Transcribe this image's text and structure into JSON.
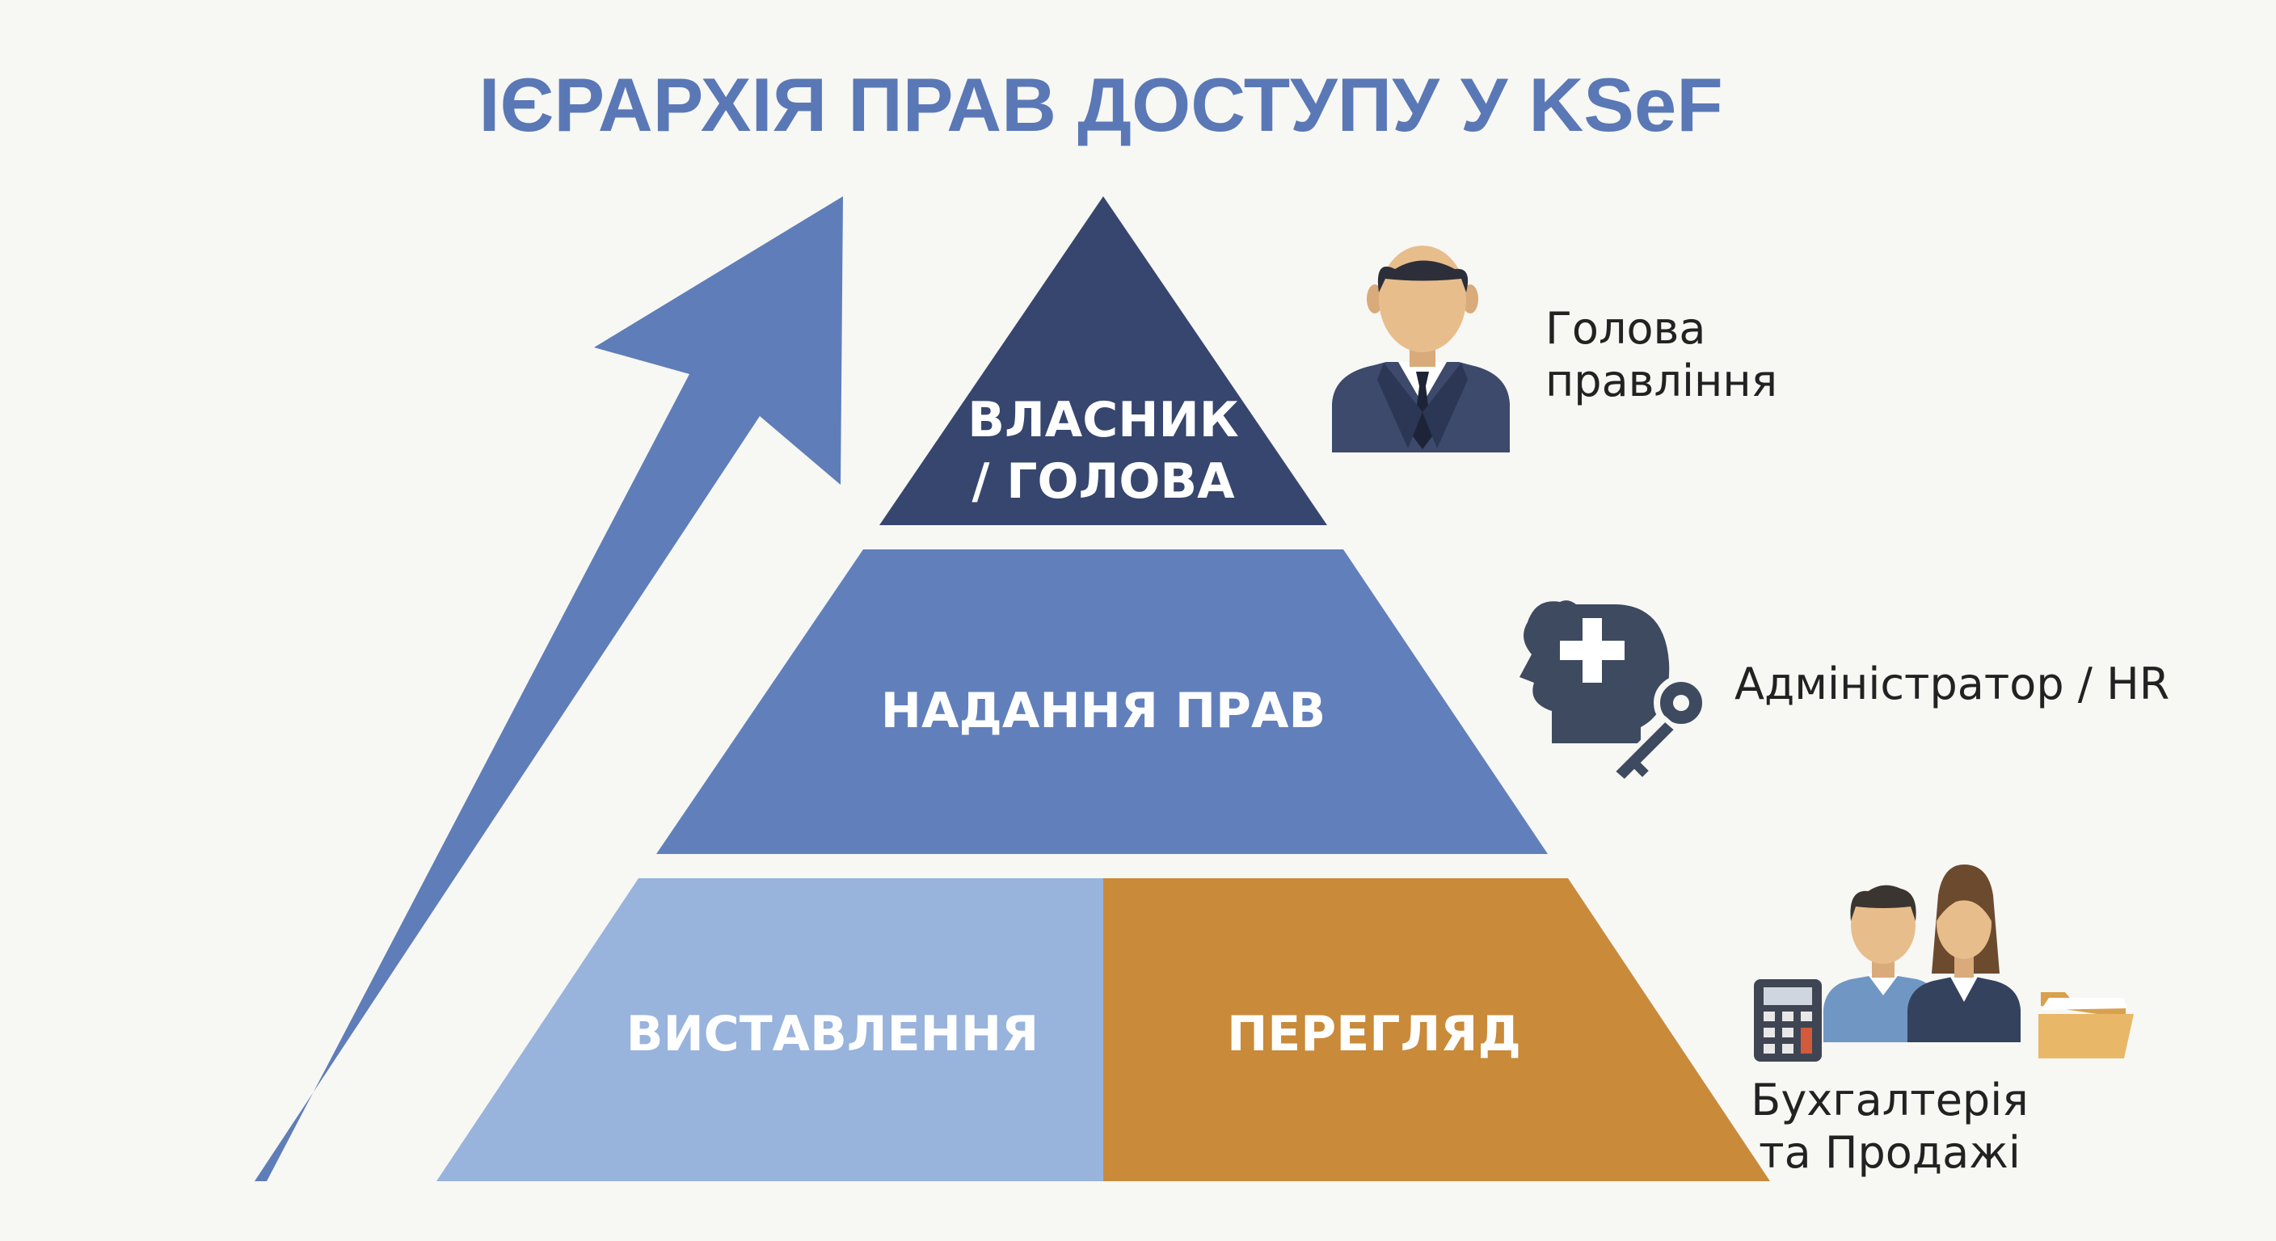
{
  "title": "ІЄРАРХІЯ ПРАВ ДОСТУПУ У KSeF",
  "colors": {
    "title": "#5a78b6",
    "arrow": "#5f7db8",
    "top_tier": "#37466e",
    "middle_tier": "#6180bb",
    "bottom_left_tier": "#98b3dc",
    "bottom_right_tier": "#c98a3a",
    "tier_text": "#ffffff",
    "role_text": "#222222"
  },
  "tiers": {
    "top": {
      "line1": "ВЛАСНИК",
      "line2": "/ ГОЛОВА"
    },
    "middle": {
      "label": "НАДАННЯ ПРАВ"
    },
    "bottom_left": {
      "label": "ВИСТАВЛЕННЯ"
    },
    "bottom_right": {
      "label": "ПЕРЕГЛЯД"
    }
  },
  "roles": {
    "board": {
      "line1": "Голова",
      "line2": "правління",
      "icon": "businessman-icon"
    },
    "admin": {
      "label": "Адміністратор / HR",
      "icon": "head-key-icon"
    },
    "accounting": {
      "line1": "Бухгалтерія",
      "line2": "та Продажі",
      "icons": [
        "calculator-icon",
        "accountant-icon",
        "saleswoman-icon",
        "folder-icon"
      ]
    }
  }
}
